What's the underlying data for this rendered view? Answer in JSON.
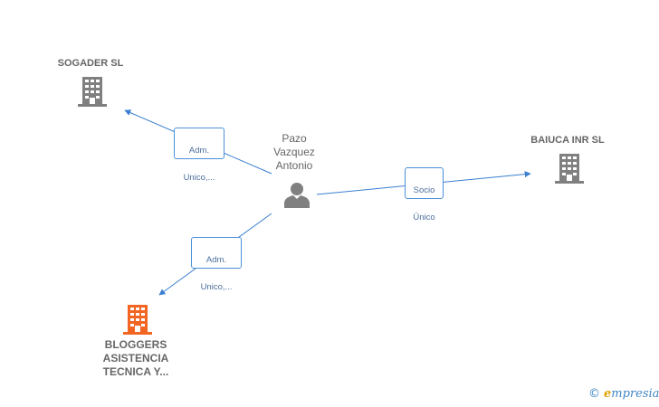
{
  "nodes": {
    "sogader": {
      "label": "SOGADER SL"
    },
    "baiuca": {
      "label": "BAIUCA INR SL"
    },
    "person": {
      "line1": "Pazo",
      "line2": "Vazquez",
      "line3": "Antonio"
    },
    "bloggers": {
      "line1": "BLOGGERS",
      "line2": "ASISTENCIA",
      "line3": "TECNICA Y..."
    }
  },
  "edges": {
    "to_sogader": {
      "line1": "Adm.",
      "line2": "Unico,..."
    },
    "to_bloggers": {
      "line1": "Adm.",
      "line2": "Unico,..."
    },
    "to_baiuca": {
      "line1": "Socio",
      "line2": "Único"
    }
  },
  "colors": {
    "company_icon": "#808080",
    "highlight_icon": "#f26522",
    "person_icon": "#808080",
    "edge": "#4a90d9",
    "label_text": "#666666"
  },
  "watermark": {
    "copyright": "©",
    "brand_initial": "e",
    "brand_rest": "mpresia"
  }
}
